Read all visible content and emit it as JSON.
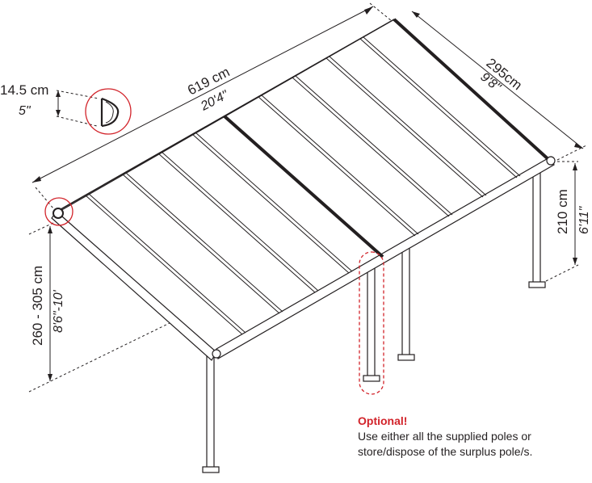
{
  "dimensions": {
    "length": {
      "metric": "619 cm",
      "imperial": "20'4\""
    },
    "width": {
      "metric": "295cm",
      "imperial": "9'8\""
    },
    "gutter_height": {
      "metric": "14.5 cm",
      "imperial": "5\""
    },
    "post_height": {
      "metric": "210 cm",
      "imperial": "6'11\""
    },
    "wall_height": {
      "metric": "260 - 305 cm",
      "imperial": "8'6\"-10'"
    }
  },
  "note": {
    "title": "Optional!",
    "body_line1": "Use either all the supplied poles or",
    "body_line2": "store/dispose of the surplus pole/s."
  },
  "colors": {
    "line": "#231f20",
    "highlight": "#d2232a"
  }
}
